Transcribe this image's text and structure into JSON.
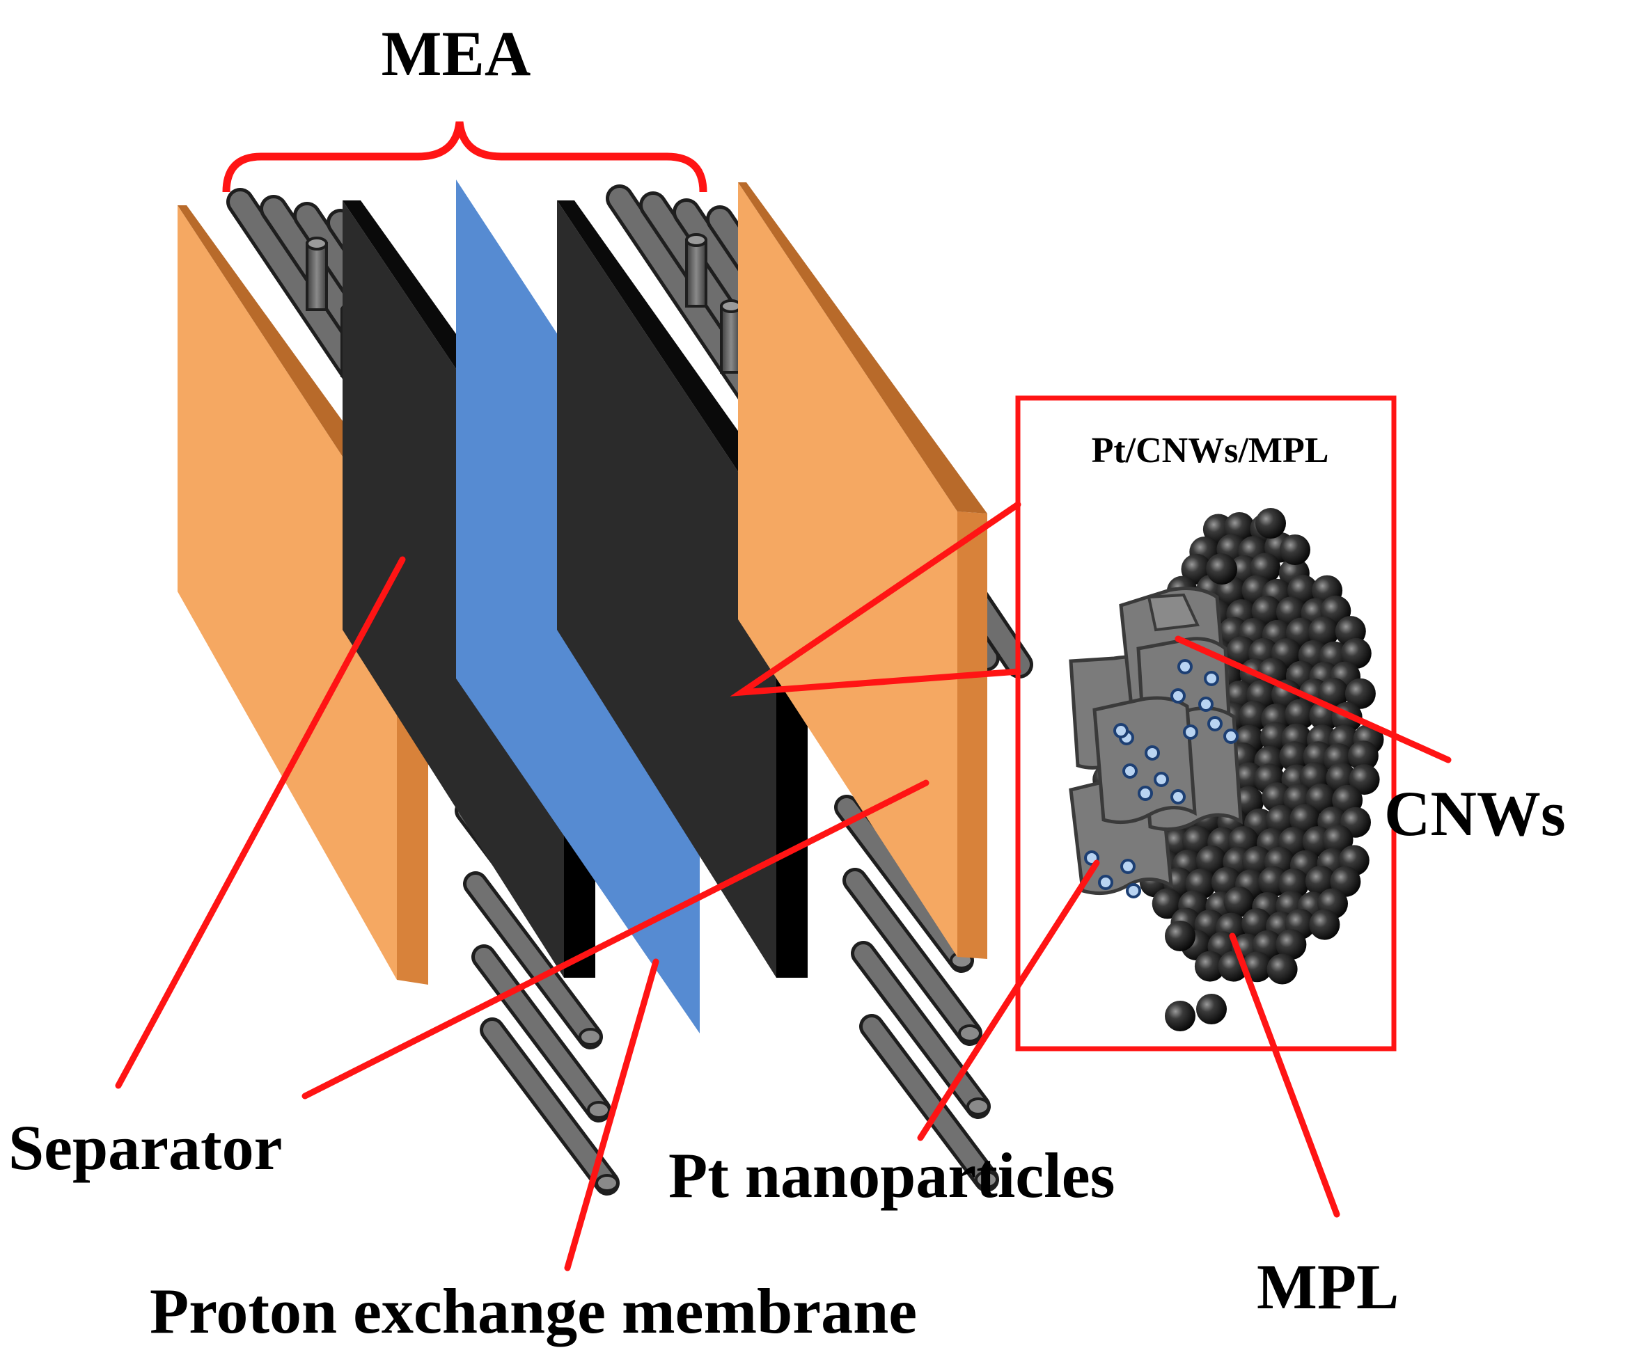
{
  "labels": {
    "mea": "MEA",
    "inset_title": "Pt/CNWs/MPL",
    "cnws": "CNWs",
    "separator": "Separator",
    "pt_nanoparticles": "Pt nanoparticles",
    "mpl": "MPL",
    "proton_exchange_membrane": "Proton exchange membrane"
  },
  "colors": {
    "separator": "#f5a862",
    "separator_edge": "#d8823a",
    "membrane": "#568bd2",
    "catalyst_layer": "#2b2b2b",
    "catalyst_edge": "#000000",
    "fiber": "#6a6a6a",
    "fiber_outline": "#1e1e1e",
    "cnw_flake": "#7b7b7b",
    "mpl_sphere": "#1b1b1b",
    "callout": "#ff1414",
    "pt_particle": "#b9d4f2"
  }
}
